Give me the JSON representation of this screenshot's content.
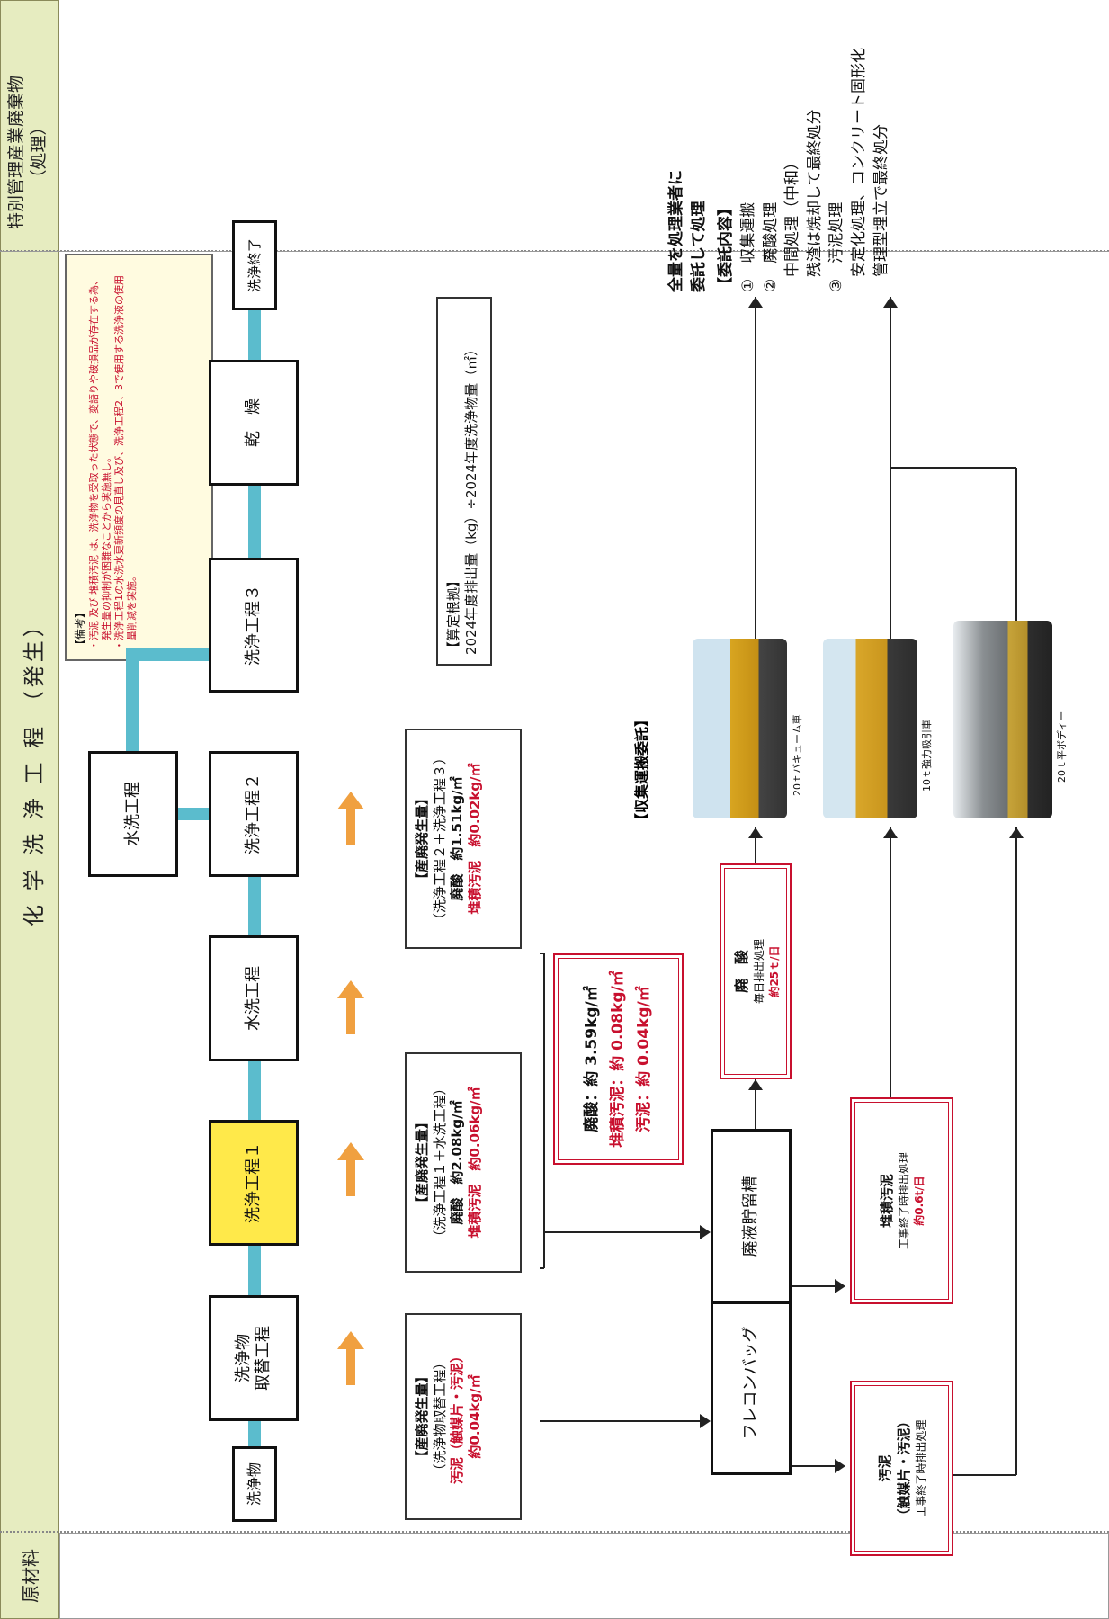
{
  "header": {
    "process_title": "化 学 洗 浄 工 程 （発生）",
    "treatment_title": "特別管理産業廃棄物\n（処理）",
    "raw_label": "原材料"
  },
  "notes": {
    "title": "【備考】",
    "lines": [
      "・汚泥 及び 堆積汚泥 は、洗浄物を受取った状態で、変語りや破損品が存在する為、",
      "　発生量の抑制が困難なことから実施無し。",
      "・洗浄工程1の水洗水更新頻度の見直し及び、洗浄工程2、3で使用する洗浄液の使用",
      "　量削減を実施。"
    ]
  },
  "basis": {
    "title": "【算定根拠】",
    "formula": "2024年度排出量（kg）÷2024年度洗浄物量（㎡）"
  },
  "steps": {
    "raw": "洗浄物",
    "receive": "洗浄物\n取替工程",
    "wash1": "洗浄工程１",
    "rinse1": "水洗工程",
    "wash2": "洗浄工程２",
    "rinse2": "水洗工程",
    "wash3": "洗浄工程３",
    "dry": "乾　燥",
    "end": "洗浄終了"
  },
  "gen1": {
    "title": "【産廃発生量】",
    "sub": "（洗浄物取替工程）",
    "l1": "汚泥（触媒片・汚泥）",
    "l2": "約0.04kg/㎡"
  },
  "gen2": {
    "title": "【産廃発生量】",
    "sub": "（洗浄工程１＋水洗工程）",
    "l1": "廃酸　約2.08kg/㎡",
    "l2": "堆積汚泥　約0.06kg/㎡"
  },
  "gen3": {
    "title": "【産廃発生量】",
    "sub": "（洗浄工程２＋洗浄工程３）",
    "l1": "廃酸　約1.51kg/㎡",
    "l2": "堆積汚泥　約0.02kg/㎡"
  },
  "totals": {
    "l1": "廃酸：約 3.59kg/㎡",
    "l2": "堆積汚泥：約 0.08kg/㎡",
    "l3": "汚泥：約 0.04kg/㎡"
  },
  "storage": {
    "flexible": "フレコンバッグ",
    "tank": "廃液貯留槽"
  },
  "waste": {
    "sludge_title": "汚泥",
    "sludge_sub": "（触媒片・汚泥）",
    "sludge_note": "工事終了時排出処理",
    "sediment_title": "堆積汚泥",
    "sediment_note": "工事終了時排出処理",
    "sediment_amount": "約0.6t/日",
    "acid_title": "廃　酸",
    "acid_note": "毎日排出処理",
    "acid_amount": "約25ｔ/日"
  },
  "collection": {
    "title": "【収集運搬委託】",
    "truck1": "20ｔバキューム車",
    "truck2": "10ｔ強力吸引車",
    "truck3": "20ｔ平ボディー"
  },
  "disposal": {
    "l1": "全量を処理業者に",
    "l2": "委託して処理",
    "l3": "【委託内容】",
    "l4": "①　収集運搬",
    "l5": "②　廃酸処理",
    "l6": "　中間処理（中和）",
    "l7": "　残渣は焼却して最終処分",
    "l8": "③　汚泥処理",
    "l9": "　安定化処理、コンクリート固形化",
    "l10": "　管理型埋立で最終処分"
  },
  "colors": {
    "band": "#e6ecc0",
    "flow": "#5bbccd",
    "orange": "#f0a040",
    "red": "#c8102e",
    "highlight": "#ffe94a"
  }
}
